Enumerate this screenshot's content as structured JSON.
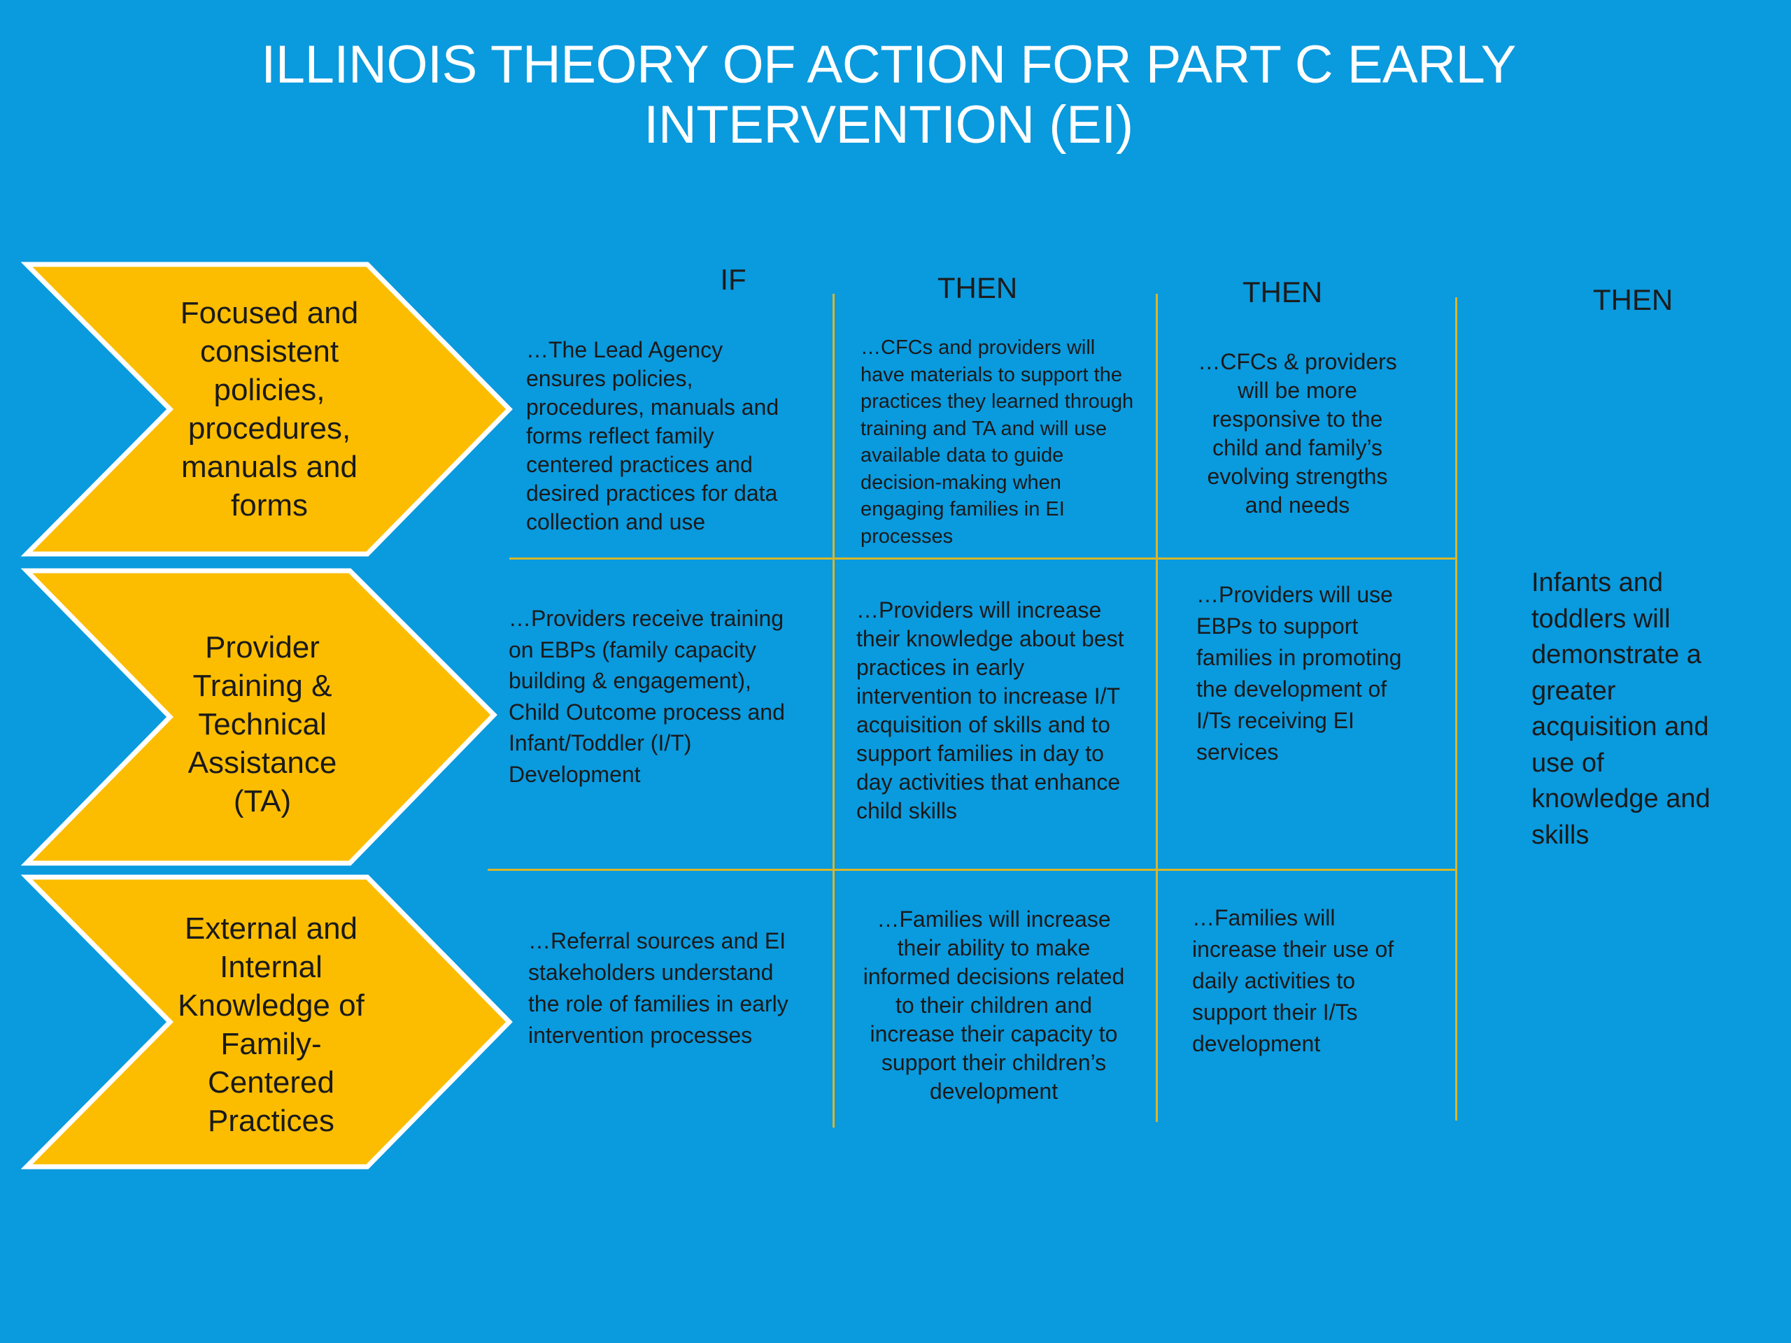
{
  "title": "ILLINOIS THEORY OF ACTION FOR PART C EARLY INTERVENTION (EI)",
  "colors": {
    "background": "#0a9ade",
    "chevron_fill": "#fcbd00",
    "chevron_outline": "#ffffff",
    "grid_line": "#d8b62a",
    "title_text": "#ffffff",
    "body_text": "#1a1a1a"
  },
  "chevrons": [
    "Focused and consistent policies, procedures, manuals and forms",
    "Provider Training & Technical Assistance (TA)",
    "External and Internal Knowledge of Family-Centered Practices"
  ],
  "headers": {
    "if": "IF",
    "then_1": "THEN",
    "then_2": "THEN",
    "then_3": "THEN"
  },
  "rows": [
    {
      "if": "…The Lead Agency ensures policies, procedures, manuals and forms reflect family centered practices and desired practices for data collection and use",
      "then_1": "…CFCs and providers will have materials to support the practices they learned through training and TA and will use available data to guide decision-making when engaging families in EI processes",
      "then_2": "…CFCs & providers will be more responsive to the child and family’s evolving strengths and needs"
    },
    {
      "if": "…Providers receive training on EBPs (family capacity building & engagement), Child Outcome process and Infant/Toddler (I/T) Development",
      "then_1": "…Providers will increase their knowledge about best practices in early intervention to increase I/T acquisition of skills and to support families in day to day activities that enhance child skills",
      "then_2": "…Providers will use EBPs to support families in promoting the development of I/Ts receiving EI services"
    },
    {
      "if": "…Referral sources and EI stakeholders understand the role of families in early intervention processes",
      "then_1": "…Families will increase their ability to make informed decisions related to their children and increase their capacity to support their children’s development",
      "then_2": "…Families will increase their use of daily activities to support their I/Ts development"
    }
  ],
  "outcome": "Infants and toddlers will demonstrate a greater acquisition and use of knowledge and skills"
}
